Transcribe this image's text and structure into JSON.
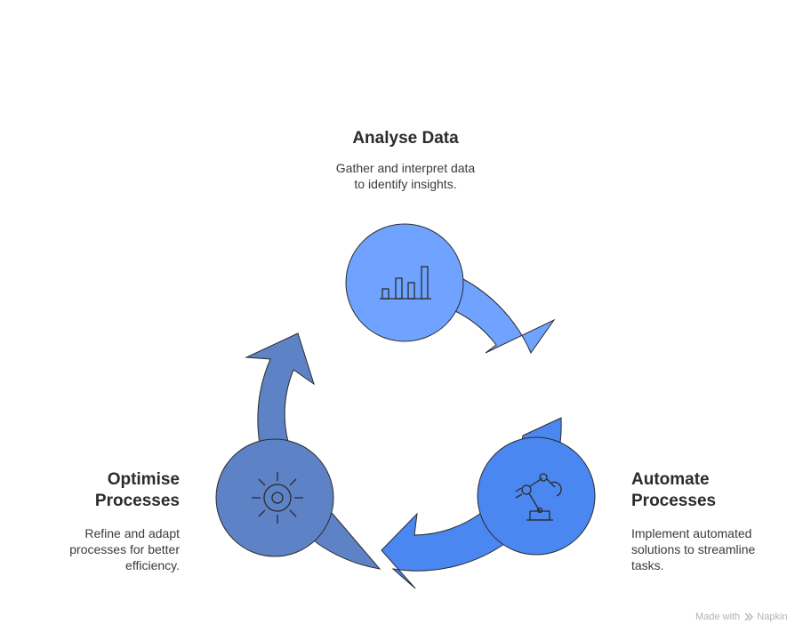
{
  "steps": [
    {
      "title": "Analyse Data",
      "description": [
        "Gather and interpret data",
        "to identify insights."
      ],
      "icon": "bar-chart-icon",
      "color": "#70a3ff"
    },
    {
      "title": "Automate Processes",
      "title_lines": [
        "Automate",
        "Processes"
      ],
      "description": [
        "Implement automated",
        "solutions to streamline",
        "tasks."
      ],
      "icon": "robot-arm-icon",
      "color": "#4b87f0"
    },
    {
      "title": "Optimise Processes",
      "title_lines": [
        "Optimise",
        "Processes"
      ],
      "description": [
        "Refine and adapt",
        "processes for better",
        "efficiency."
      ],
      "icon": "gear-icon",
      "color": "#5e82c6"
    }
  ],
  "watermark": {
    "prefix": "Made with",
    "brand": "Napkin"
  }
}
